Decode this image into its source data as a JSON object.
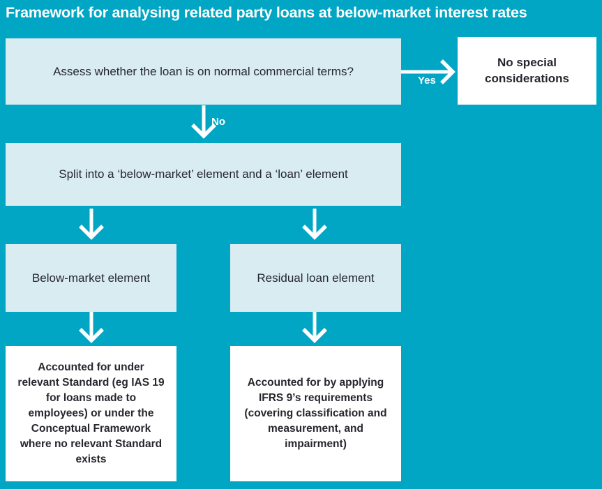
{
  "title": "Framework for analysing related party loans at below-market interest rates",
  "colors": {
    "background": "#00a6c4",
    "box_light_blue": "#d9ecf2",
    "box_white": "#ffffff",
    "text_dark": "#26262e",
    "text_light": "#ffffff",
    "arrow": "#ffffff"
  },
  "nodes": {
    "assess": "Assess whether the loan is on normal commercial terms?",
    "no_special": "No special considerations",
    "split": "Split into a ‘below-market’ element and a ‘loan’ element",
    "below_market": "Below-market element",
    "residual_loan": "Residual loan element",
    "accounted_standard": "Accounted for under relevant Standard (eg IAS 19 for loans made to employees) or under the Conceptual Framework where no relevant Standard exists",
    "accounted_ifrs9": "Accounted for by applying IFRS 9’s requirements (covering classification and measurement, and impairment)"
  },
  "edge_labels": {
    "yes": "Yes",
    "no": "No"
  }
}
